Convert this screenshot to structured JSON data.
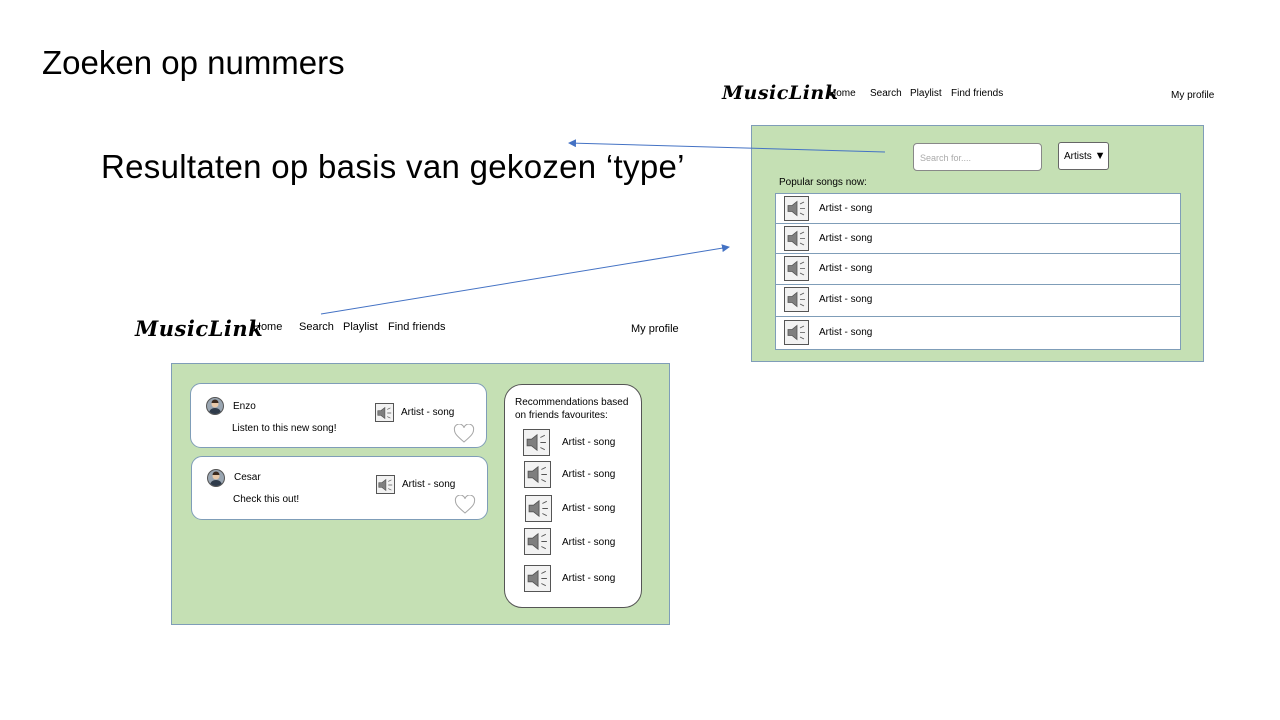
{
  "slide": {
    "title": "Zoeken op nummers",
    "subtitle": "Resultaten op basis van gekozen ‘type’"
  },
  "search_mockup": {
    "logo": "MusicLink",
    "nav": [
      "Home",
      "Search",
      "Playlist",
      "Find friends"
    ],
    "profile": "My profile",
    "search_placeholder": "Search for....",
    "type_dropdown": {
      "label": "Artists",
      "arrow": "▼"
    },
    "popular_label": "Popular songs now:",
    "songs": [
      "Artist - song",
      "Artist - song",
      "Artist - song",
      "Artist - song",
      "Artist - song"
    ],
    "icon": "speaker-icon"
  },
  "home_mockup": {
    "logo": "MusicLink",
    "nav": [
      "Home",
      "Search",
      "Playlist",
      "Find friends"
    ],
    "profile": "My profile",
    "posts": [
      {
        "name": "Enzo",
        "message": "Listen to this new song!",
        "song": "Artist - song"
      },
      {
        "name": "Cesar",
        "message": "Check this out!",
        "song": "Artist - song"
      }
    ],
    "recommendations_title": "Recommendations based on friends favourites:",
    "recommendations": [
      "Artist - song",
      "Artist - song",
      "Artist - song",
      "Artist - song",
      "Artist - song"
    ]
  },
  "colors": {
    "panel": "#c5e0b4",
    "border": "#7f9db8",
    "arrow": "#4472c4"
  }
}
